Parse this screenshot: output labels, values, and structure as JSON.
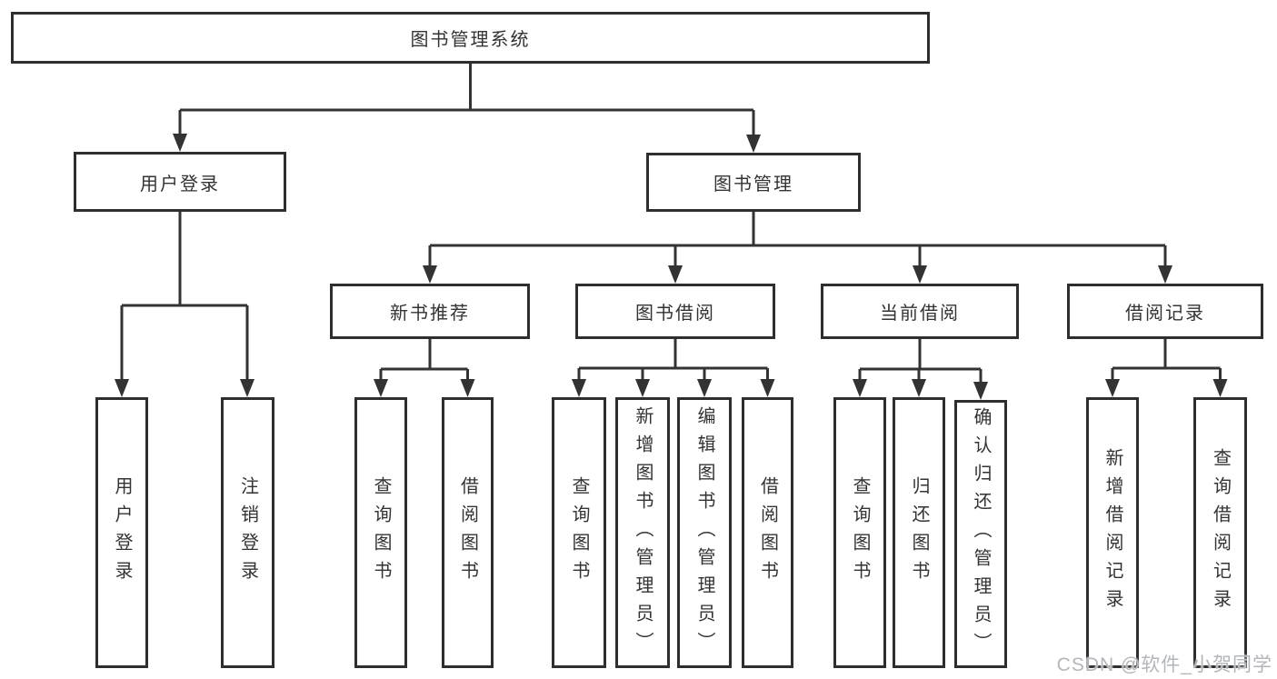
{
  "tree": {
    "label": "图书管理系统",
    "children": [
      {
        "label": "用户登录",
        "children": [
          {
            "label": "用户登录"
          },
          {
            "label": "注销登录"
          }
        ]
      },
      {
        "label": "图书管理",
        "children": [
          {
            "label": "新书推荐",
            "children": [
              {
                "label": "查询图书"
              },
              {
                "label": "借阅图书"
              }
            ]
          },
          {
            "label": "图书借阅",
            "children": [
              {
                "label": "查询图书"
              },
              {
                "label": "新增图书（管理员）"
              },
              {
                "label": "编辑图书（管理员）"
              },
              {
                "label": "借阅图书"
              }
            ]
          },
          {
            "label": "当前借阅",
            "children": [
              {
                "label": "查询图书"
              },
              {
                "label": "归还图书"
              },
              {
                "label": "确认归还（管理员）"
              }
            ]
          },
          {
            "label": "借阅记录",
            "children": [
              {
                "label": "新增借阅记录"
              },
              {
                "label": "查询借阅记录"
              }
            ]
          }
        ]
      }
    ]
  },
  "watermark": "CSDN @软件_小贺同学",
  "colors": {
    "line": "#333333",
    "border": "#2e2e2e",
    "text": "#333333",
    "watermark": "#b2b6bb",
    "background": "#ffffff"
  }
}
